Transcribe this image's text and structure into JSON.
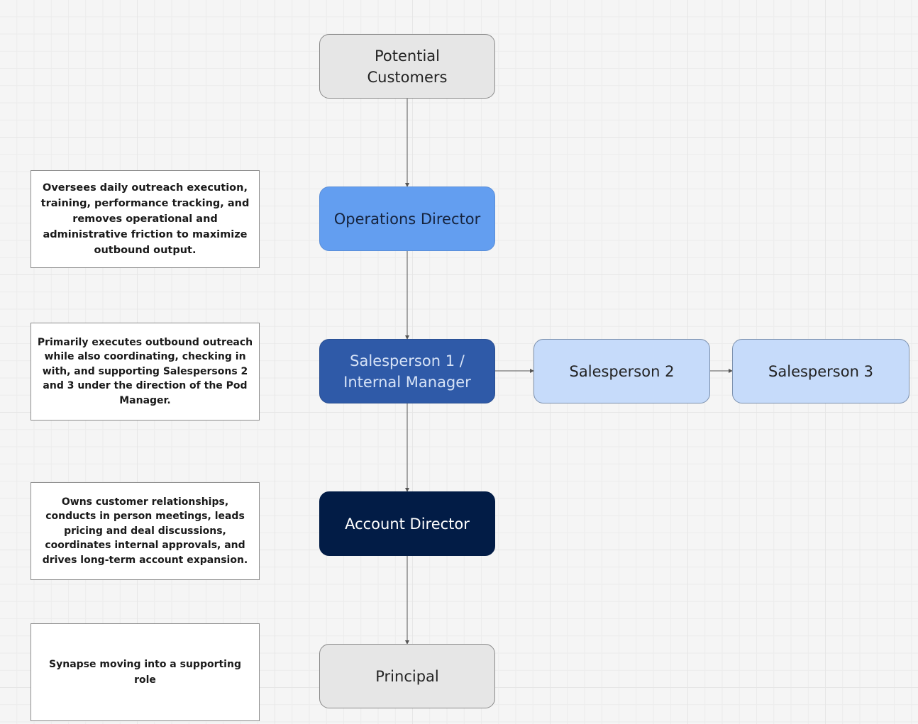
{
  "nodes": {
    "potential_customers": "Potential Customers",
    "operations_director": "Operations Director",
    "salesperson1_line1": "Salesperson 1 /",
    "salesperson1_line2": "Internal Manager",
    "salesperson2": "Salesperson 2",
    "salesperson3": "Salesperson 3",
    "account_director": "Account Director",
    "principal": "Principal"
  },
  "notes": {
    "operations_director": "Oversees daily outreach execution, training, performance tracking, and removes operational and administrative friction to maximize outbound output.",
    "salesperson1": "Primarily executes outbound outreach while also coordinating, checking in with, and supporting Salespersons 2 and 3 under the direction of the Pod Manager.",
    "account_director": "Owns customer relationships, conducts in person meetings, leads pricing and deal discussions, coordinates internal approvals, and drives long-term account expansion.",
    "principal": "Synapse moving into a supporting role"
  },
  "colors": {
    "grey_node": "#e6e6e6",
    "operations_blue": "#639ef0",
    "salesperson1_blue": "#2f5aa8",
    "account_navy": "#021c46",
    "light_blue": "#c6dbfa",
    "connector": "#555555"
  }
}
